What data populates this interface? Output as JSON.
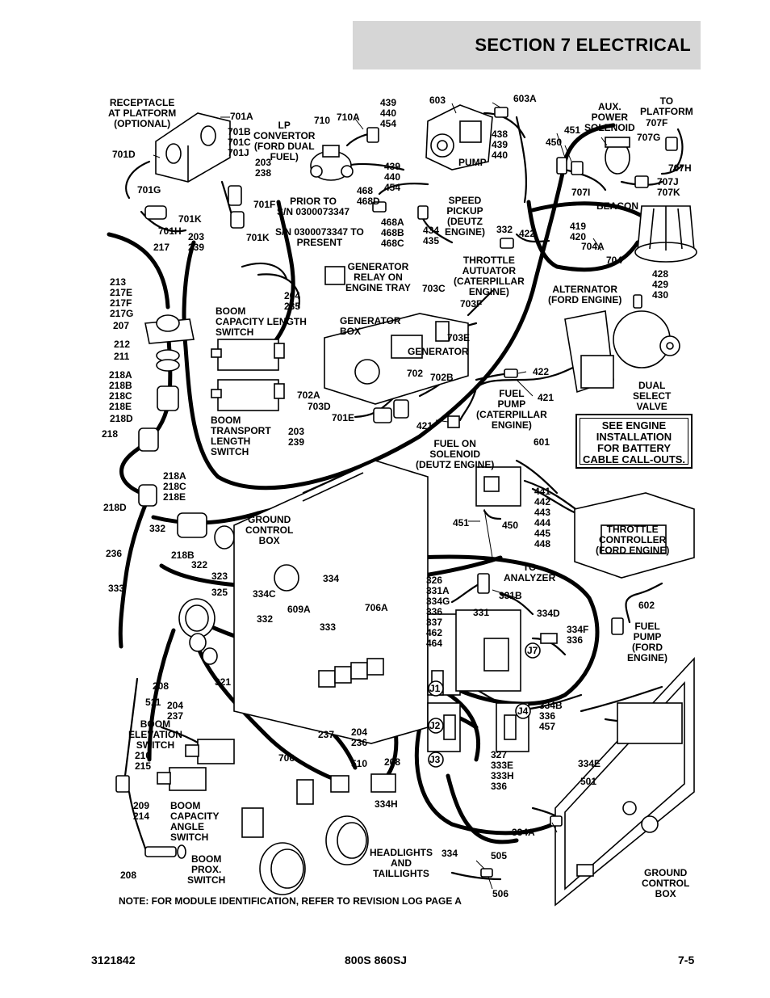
{
  "header": {
    "section_title": "SECTION 7   ELECTRICAL"
  },
  "labels": {
    "receptacle": "RECEPTACLE\nAT PLATFORM\n(OPTIONAL)",
    "l701a": "701A",
    "l701bcj": "701B\n701C\n701J",
    "l701d": "701D",
    "l701g": "701G",
    "l701k_a": "701K",
    "l701h": "701H",
    "l203_238": "203\n238",
    "l701f": "701F",
    "l701k_b": "701K",
    "lp_conv": "LP\nCONVERTOR\n(FORD DUAL\nFUEL)",
    "l710": "710",
    "l710a": "710A",
    "l439_440_454_a": "439\n440\n454",
    "l468_468d": "468\n468D",
    "l439_440_454_b": "439\n440\n454",
    "prior_to": "PRIOR TO\nS/N 0300073347",
    "sn_to_present": "S/N 0300073347 TO\nPRESENT",
    "l468abc": "468A\n468B\n468C",
    "l434_435": "434\n435",
    "l603": "603",
    "l603a": "603A",
    "l438_439_440": "438\n439\n440",
    "pump": "PUMP",
    "speed_pickup": "SPEED\nPICKUP\n(DEUTZ\nENGINE)",
    "aux_power": "AUX.\nPOWER\nSOLENOID",
    "to_platform": "TO\nPLATFORM",
    "l707f": "707F",
    "l451_a": "451",
    "l707g": "707G",
    "l450_a": "450",
    "l707h": "707H",
    "l707jk": "707J\n707K",
    "l707i": "707I",
    "beacon": "BEACON",
    "l419_420": "419\n420",
    "l704a": "704A",
    "l704": "704",
    "l332_a": "332",
    "l422_a": "422",
    "l217": "217",
    "l203_239_a": "203\n239",
    "l213_group": "213\n217E\n217F\n217G",
    "l207": "207",
    "l212": "212",
    "l211": "211",
    "l218_abce": "218A\n218B\n218C\n218E",
    "l218d_a": "218D",
    "l218": "218",
    "gen_relay": "GENERATOR\nRELAY ON\nENGINE TRAY",
    "throttle_act": "THROTTLE\nAUTUATOR\n(CATERPILLAR\nENGINE)",
    "l703c": "703C",
    "l703f": "703F",
    "l204_235": "204\n235",
    "boom_cap_len": "BOOM\nCAPACITY LENGTH\nSWITCH",
    "gen_box": "GENERATOR\nBOX",
    "generator": "GENERATOR",
    "l703e": "703E",
    "alternator": "ALTERNATOR\n(FORD ENGINE)",
    "l428_430": "428\n429\n430",
    "l422_b": "422",
    "l421_a": "421",
    "dual_select": "DUAL\nSELECT\nVALVE",
    "l702": "702",
    "l702a": "702A",
    "l702b": "702B",
    "l703d": "703D",
    "l701e": "701E",
    "fuel_pump_cat": "FUEL\nPUMP\n(CATERPILLAR\nENGINE)",
    "l421_b": "421",
    "boom_transport": "BOOM\nTRANSPORT\nLENGTH\nSWITCH",
    "l203_239_b": "203\n239",
    "fuel_on_sol": "FUEL ON\nSOLENOID\n(DEUTZ ENGINE)",
    "l601": "601",
    "l218ace": "218A\n218C\n218E",
    "l218d_b": "218D",
    "l332_b": "332",
    "l236": "236",
    "l218b": "218B",
    "l322": "322",
    "l323": "323",
    "ground_ctrl_a": "GROUND\nCONTROL\nBOX",
    "l451_b": "451",
    "l450_b": "450",
    "l441_448": "441\n442\n443\n444\n445\n448",
    "throttle_ctrl": "THROTTLE\nCONTROLLER\n(FORD ENGINE)",
    "l333_a": "333",
    "l325": "325",
    "l334c": "334C",
    "l334": "334",
    "l326_group": "326\n331A\n334G\n336\n337\n462\n464",
    "to_analyzer": "TO\nANALYZER",
    "l331b": "331B",
    "l331": "331",
    "l334d": "334D",
    "l334f_336": "334F\n336",
    "l602": "602",
    "fuel_pump_ford": "FUEL\nPUMP\n(FORD\nENGINE)",
    "l332_c": "332",
    "l609a": "609A",
    "l333_b": "333",
    "l706a": "706A",
    "j7": "J7",
    "l208_a": "208",
    "l321": "321",
    "l511": "511",
    "l204_237": "204\n237",
    "boom_elev": "BOOM\nELEVATION\nSWITCH",
    "j1": "J1",
    "j2": "J2",
    "j3": "J3",
    "j4": "J4",
    "l334b_group": "334B\n336\n457",
    "l237": "237",
    "l204_236": "204\n236",
    "l706": "706",
    "l510": "510",
    "l208_b": "208",
    "l327_group": "327\n333E\n333H\n336",
    "l334e": "334E",
    "l501": "501",
    "l210_215": "210\n215",
    "l209_214": "209\n214",
    "boom_cap_angle": "BOOM\nCAPACITY\nANGLE\nSWITCH",
    "l334h": "334H",
    "l334a": "334A",
    "l208_c": "208",
    "boom_prox": "BOOM\nPROX.\nSWITCH",
    "headlights": "HEADLIGHTS\nAND\nTAILLIGHTS",
    "l334_b": "334",
    "l505": "505",
    "l506": "506",
    "ground_ctrl_b": "GROUND\nCONTROL\nBOX"
  },
  "callout": "SEE ENGINE\nINSTALLATION\nFOR BATTERY\nCABLE CALL-OUTS.",
  "note": "NOTE: FOR MODULE IDENTIFICATION, REFER TO REVISION LOG PAGE A",
  "footer": {
    "doc_number": "3121842",
    "model": "800S 860SJ",
    "page": "7-5"
  }
}
